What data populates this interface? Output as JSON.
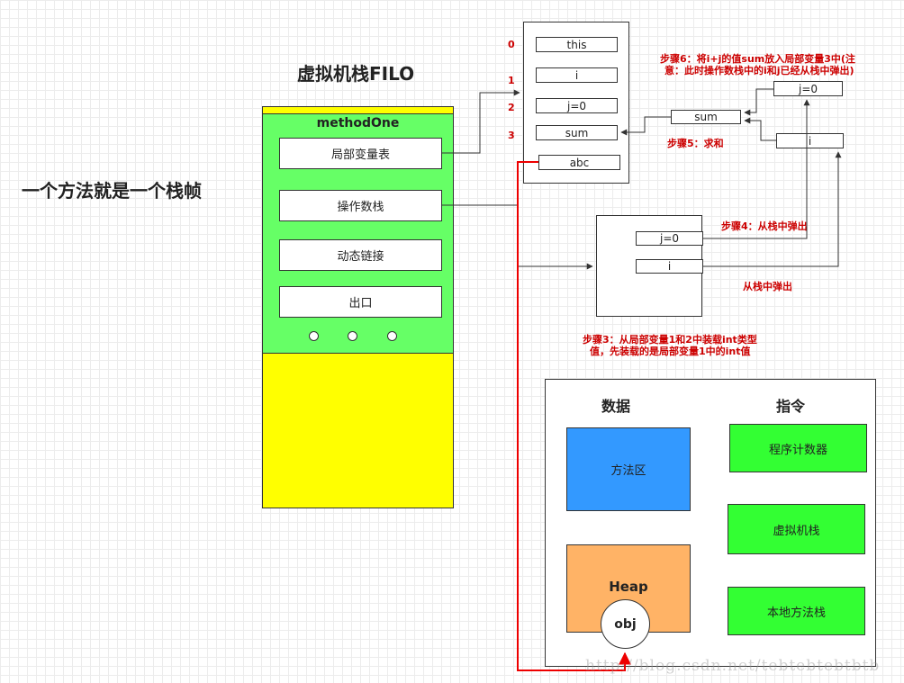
{
  "titles": {
    "vm_stack": "虚拟机栈FILO",
    "frame_note": "一个方法就是一个栈帧"
  },
  "frame": {
    "name": "methodOne",
    "sections": [
      "局部变量表",
      "操作数栈",
      "动态链接",
      "出口"
    ]
  },
  "local_vars": {
    "slots": [
      "this",
      "i",
      "j=0",
      "sum",
      "abc"
    ],
    "indices": [
      "0",
      "1",
      "2",
      "3"
    ]
  },
  "operand_stack": {
    "items": [
      "j=0",
      "i"
    ]
  },
  "popped": {
    "sum": "sum",
    "j": "j=0",
    "i": "i"
  },
  "steps": {
    "step3_line1": "步骤3：从局部变量1和2中装载int类型",
    "step3_line2": "值，先装载的是局部变量1中的int值",
    "step4": "步骤4：从栈中弹出",
    "pop_label": "从栈中弹出",
    "step5": "步骤5：求和",
    "step6_line1": "步骤6：将i+j的值sum放入局部变量3中(注",
    "step6_line2": "意：此时操作数栈中的i和j已经从栈中弹出)"
  },
  "runtime": {
    "data_title": "数据",
    "instr_title": "指令",
    "method_area": "方法区",
    "heap": "Heap",
    "obj": "obj",
    "pc": "程序计数器",
    "vm_stack": "虚拟机栈",
    "native_stack": "本地方法栈"
  },
  "watermark": "http://blog.csdn.net/tebtebtebtbtb",
  "colors": {
    "frame_green": "#66ff66",
    "frame_yellow": "#ffff00",
    "method_area_blue": "#3399ff",
    "heap_orange": "#ffb366",
    "instr_green": "#33ff33",
    "annotation_red": "#cc0000"
  }
}
